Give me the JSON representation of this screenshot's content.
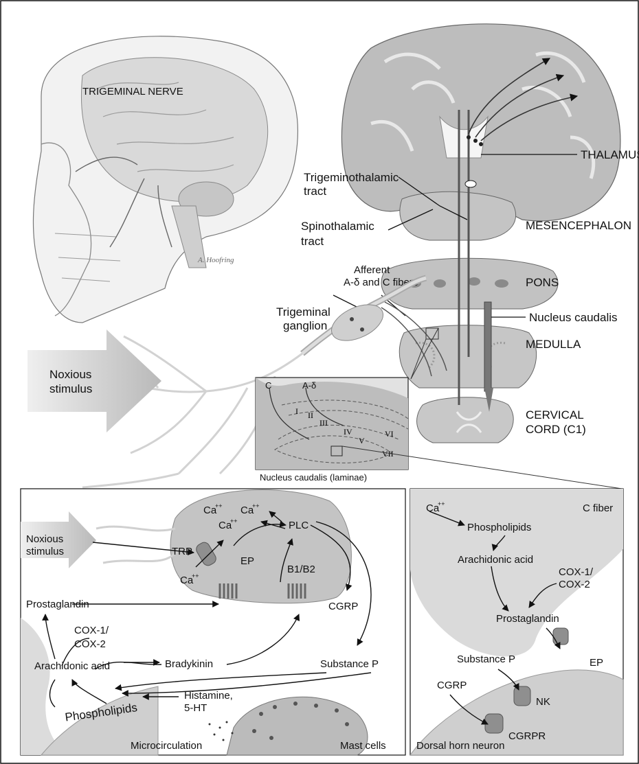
{
  "head": {
    "title": "TRIGEMINAL NERVE",
    "signature": "A. Hoofring"
  },
  "brain_labels": {
    "thalamus": "THALAMUS",
    "trigeminothalamic_1": "Trigeminothalamic",
    "trigeminothalamic_2": "tract",
    "spinothalamic_1": "Spinothalamic",
    "spinothalamic_2": "tract",
    "mesencephalon": "MESENCEPHALON",
    "afferent_1": "Afferent",
    "afferent_2": "A-δ  and C fibers",
    "pons": "PONS",
    "trigeminal_ganglion_1": "Trigeminal",
    "trigeminal_ganglion_2": "ganglion",
    "nucleus_caudalis": "Nucleus caudalis",
    "medulla": "MEDULLA",
    "cervical_1": "CERVICAL",
    "cervical_2": "CORD (C1)",
    "noxious_1": "Noxious",
    "noxious_2": "stimulus"
  },
  "inset": {
    "c": "C",
    "a_delta": "A-δ",
    "laminae": [
      "I",
      "II",
      "III",
      "IV",
      "V",
      "VI",
      "VII"
    ],
    "caption": "Nucleus caudalis (laminae)"
  },
  "left_panel": {
    "noxious_1": "Noxious",
    "noxious_2": "stimulus",
    "trp": "TRP",
    "ca_top1": "Ca",
    "ca_top2": "Ca",
    "ca_top3": "Ca",
    "ca_bottom": "Ca",
    "plus": "++",
    "plc": "PLC",
    "ep": "EP",
    "b1b2": "B1/B2",
    "prostaglandin": "Prostaglandin",
    "cgrp": "CGRP",
    "cox_1": "COX-1/",
    "cox_2": "COX-2",
    "arachidonic": "Arachidonic acid",
    "bradykinin": "Bradykinin",
    "substance_p": "Substance P",
    "histamine_1": "Histamine,",
    "histamine_2": "5-HT",
    "phospholipids": "Phospholipids",
    "microcirculation": "Microcirculation",
    "mast_cells": "Mast cells"
  },
  "right_panel": {
    "ca": "Ca",
    "plus": "++",
    "c_fiber": "C fiber",
    "phospholipids": "Phospholipids",
    "arachidonic": "Arachidonic acid",
    "cox_1": "COX-1/",
    "cox_2": "COX-2",
    "prostaglandin": "Prostaglandin",
    "substance_p": "Substance P",
    "ep": "EP",
    "cgrp": "CGRP",
    "nk": "NK",
    "cgrpr": "CGRPR",
    "dorsal_horn": "Dorsal horn neuron"
  },
  "colors": {
    "tissue_dark": "#8a8a8a",
    "tissue_mid": "#b4b4b4",
    "tissue_light": "#d8d8d8",
    "line": "#111111"
  }
}
